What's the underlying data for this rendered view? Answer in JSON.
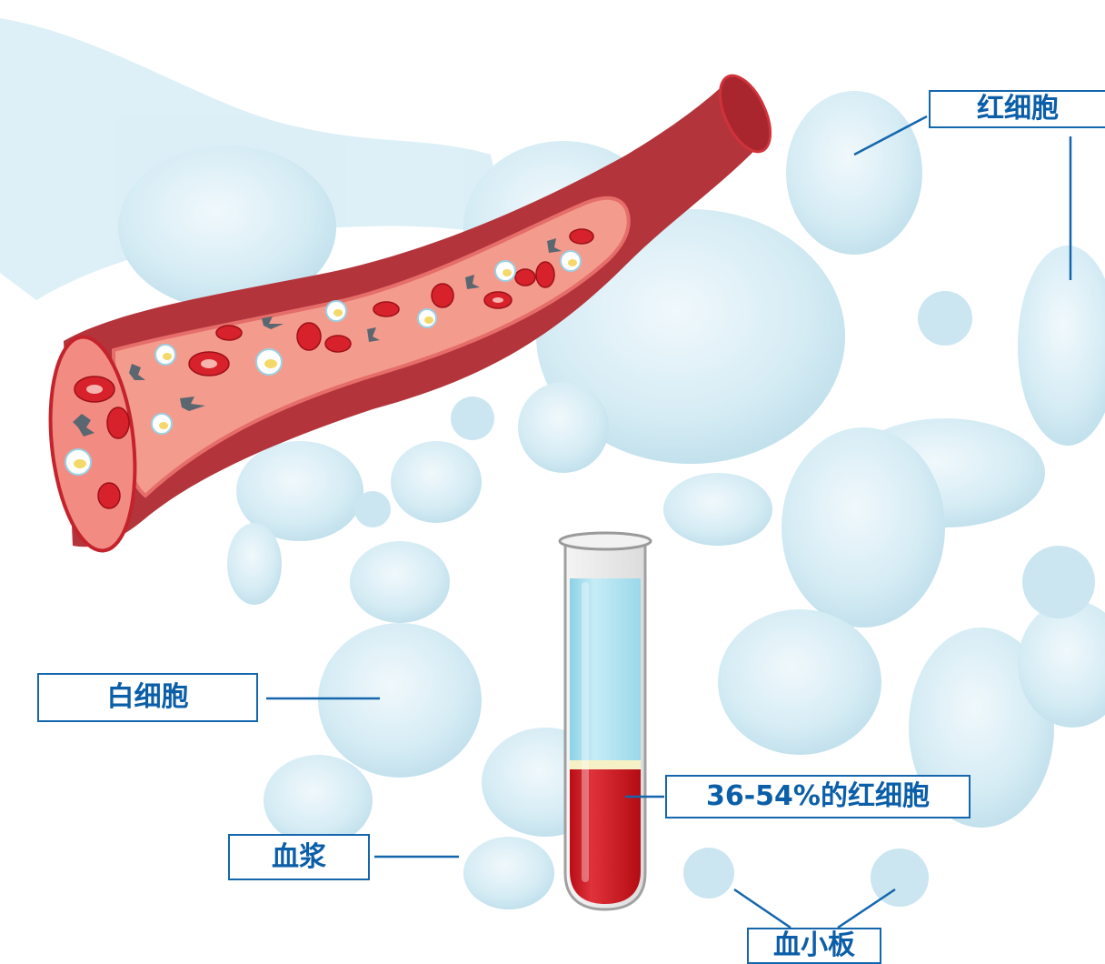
{
  "labels": {
    "red_cells": "红细胞",
    "white_cells": "白细胞",
    "plasma": "血浆",
    "hematocrit": "36-54%的红细胞",
    "platelets": "血小板"
  },
  "colors": {
    "label_border": "#1466ad",
    "label_text": "#0b5ea8",
    "vessel_outer": "#b8383c",
    "vessel_inner": "#f4a193",
    "plasma": "#a9e0ef",
    "blood": "#c8101a",
    "buffy_coat": "#f6f0c6",
    "background_cells": "#dceff7"
  },
  "icons": [
    "blood-vessel-illustration",
    "test-tube-illustration",
    "background-blood-cells"
  ]
}
